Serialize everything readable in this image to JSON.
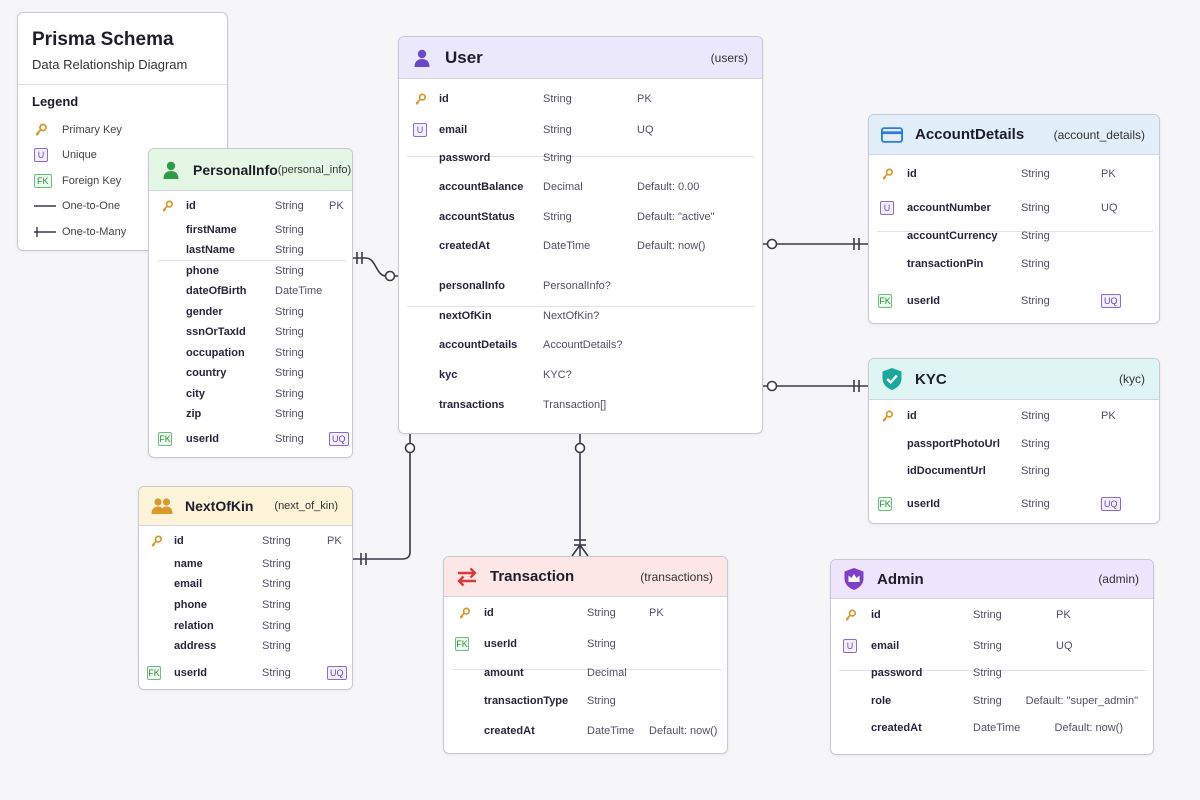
{
  "legend": {
    "title": "Prisma Schema",
    "subtitle": "Data Relationship Diagram",
    "heading": "Legend",
    "items": [
      {
        "label": "Primary Key"
      },
      {
        "label": "Unique"
      },
      {
        "label": "Foreign Key"
      },
      {
        "label": "One-to-One"
      },
      {
        "label": "One-to-Many"
      }
    ],
    "unique_badge": "U",
    "fk_badge": "FK"
  },
  "colors": {
    "user_header": "#ece8fb",
    "personal_header": "#e4f6e4",
    "account_header": "#e2eefa",
    "kyc_header": "#dff5f4",
    "kin_header": "#fdf3d9",
    "transaction_header": "#fde6e6",
    "admin_header": "#eee4fb",
    "key_icon": "#d9952a"
  },
  "entities": {
    "user": {
      "name": "User",
      "table": "(users)",
      "icon": "person-icon",
      "fields": [
        {
          "name": "id",
          "type": "String",
          "extra": "PK",
          "badge": "key"
        },
        {
          "name": "email",
          "type": "String",
          "extra": "UQ",
          "badge": "U"
        },
        {
          "name": "password",
          "type": "String",
          "extra": "",
          "badge": ""
        },
        {
          "name": "accountBalance",
          "type": "Decimal",
          "extra": "Default: 0.00",
          "badge": ""
        },
        {
          "name": "accountStatus",
          "type": "String",
          "extra": "Default: \"active\"",
          "badge": ""
        },
        {
          "name": "createdAt",
          "type": "DateTime",
          "extra": "Default: now()",
          "badge": ""
        },
        {
          "name": "personalInfo",
          "type": "PersonalInfo?",
          "extra": "",
          "badge": ""
        },
        {
          "name": "nextOfKin",
          "type": "NextOfKin?",
          "extra": "",
          "badge": ""
        },
        {
          "name": "accountDetails",
          "type": "AccountDetails?",
          "extra": "",
          "badge": ""
        },
        {
          "name": "kyc",
          "type": "KYC?",
          "extra": "",
          "badge": ""
        },
        {
          "name": "transactions",
          "type": "Transaction[]",
          "extra": "",
          "badge": ""
        }
      ]
    },
    "personal_info": {
      "name": "PersonalInfo",
      "table": "(personal_info)",
      "icon": "person-icon",
      "fields": [
        {
          "name": "id",
          "type": "String",
          "extra": "PK",
          "badge": "key"
        },
        {
          "name": "firstName",
          "type": "String",
          "extra": "",
          "badge": ""
        },
        {
          "name": "lastName",
          "type": "String",
          "extra": "",
          "badge": ""
        },
        {
          "name": "phone",
          "type": "String",
          "extra": "",
          "badge": ""
        },
        {
          "name": "dateOfBirth",
          "type": "DateTime",
          "extra": "",
          "badge": ""
        },
        {
          "name": "gender",
          "type": "String",
          "extra": "",
          "badge": ""
        },
        {
          "name": "ssnOrTaxId",
          "type": "String",
          "extra": "",
          "badge": ""
        },
        {
          "name": "occupation",
          "type": "String",
          "extra": "",
          "badge": ""
        },
        {
          "name": "country",
          "type": "String",
          "extra": "",
          "badge": ""
        },
        {
          "name": "city",
          "type": "String",
          "extra": "",
          "badge": ""
        },
        {
          "name": "zip",
          "type": "String",
          "extra": "",
          "badge": ""
        },
        {
          "name": "userId",
          "type": "String",
          "extra": "UQ",
          "badge": "FK"
        }
      ]
    },
    "next_of_kin": {
      "name": "NextOfKin",
      "table": "(next_of_kin)",
      "icon": "people-icon",
      "fields": [
        {
          "name": "id",
          "type": "String",
          "extra": "PK",
          "badge": "key"
        },
        {
          "name": "name",
          "type": "String",
          "extra": "",
          "badge": ""
        },
        {
          "name": "email",
          "type": "String",
          "extra": "",
          "badge": ""
        },
        {
          "name": "phone",
          "type": "String",
          "extra": "",
          "badge": ""
        },
        {
          "name": "relation",
          "type": "String",
          "extra": "",
          "badge": ""
        },
        {
          "name": "address",
          "type": "String",
          "extra": "",
          "badge": ""
        },
        {
          "name": "userId",
          "type": "String",
          "extra": "UQ",
          "badge": "FK"
        }
      ]
    },
    "account_details": {
      "name": "AccountDetails",
      "table": "(account_details)",
      "icon": "card-icon",
      "fields": [
        {
          "name": "id",
          "type": "String",
          "extra": "PK",
          "badge": "key"
        },
        {
          "name": "accountNumber",
          "type": "String",
          "extra": "UQ",
          "badge": "U"
        },
        {
          "name": "accountCurrency",
          "type": "String",
          "extra": "",
          "badge": ""
        },
        {
          "name": "transactionPin",
          "type": "String",
          "extra": "",
          "badge": ""
        },
        {
          "name": "userId",
          "type": "String",
          "extra": "UQ",
          "badge": "FK"
        }
      ]
    },
    "kyc": {
      "name": "KYC",
      "table": "(kyc)",
      "icon": "shield-check-icon",
      "fields": [
        {
          "name": "id",
          "type": "String",
          "extra": "PK",
          "badge": "key"
        },
        {
          "name": "passportPhotoUrl",
          "type": "String",
          "extra": "",
          "badge": ""
        },
        {
          "name": "idDocumentUrl",
          "type": "String",
          "extra": "",
          "badge": ""
        },
        {
          "name": "userId",
          "type": "String",
          "extra": "UQ",
          "badge": "FK"
        }
      ]
    },
    "transaction": {
      "name": "Transaction",
      "table": "(transactions)",
      "icon": "arrows-exchange-icon",
      "fields": [
        {
          "name": "id",
          "type": "String",
          "extra": "PK",
          "badge": "key"
        },
        {
          "name": "userId",
          "type": "String",
          "extra": "",
          "badge": "FK"
        },
        {
          "name": "amount",
          "type": "Decimal",
          "extra": "",
          "badge": ""
        },
        {
          "name": "transactionType",
          "type": "String",
          "extra": "",
          "badge": ""
        },
        {
          "name": "createdAt",
          "type": "DateTime",
          "extra": "Default: now()",
          "badge": ""
        }
      ]
    },
    "admin": {
      "name": "Admin",
      "table": "(admin)",
      "icon": "crown-shield-icon",
      "fields": [
        {
          "name": "id",
          "type": "String",
          "extra": "PK",
          "badge": "key"
        },
        {
          "name": "email",
          "type": "String",
          "extra": "UQ",
          "badge": "U"
        },
        {
          "name": "password",
          "type": "String",
          "extra": "",
          "badge": ""
        },
        {
          "name": "role",
          "type": "String",
          "extra": "Default: \"super_admin\"",
          "badge": ""
        },
        {
          "name": "createdAt",
          "type": "DateTime",
          "extra": "Default: now()",
          "badge": ""
        }
      ]
    }
  }
}
